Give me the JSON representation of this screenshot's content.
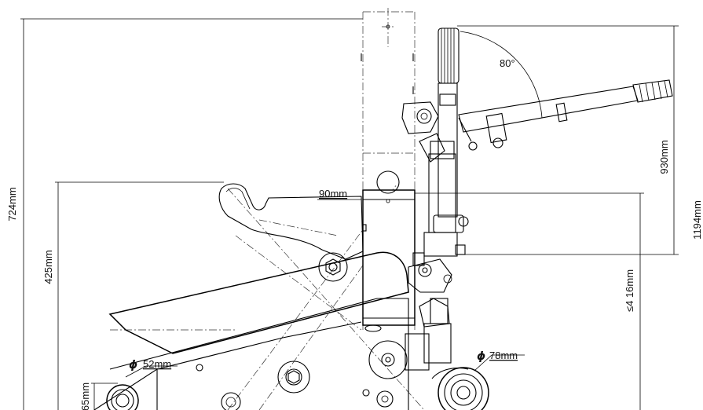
{
  "dimensions": {
    "height_total": "724mm",
    "height_lift": "425mm",
    "handle_angle": "80°",
    "width_90": "90mm",
    "height_930": "930mm",
    "height_1194": "1194mm",
    "height_416": "≤4 16mm",
    "height_65": "65mm",
    "dia_52_symbol": "ϕ",
    "dia_52": "52mm",
    "dia_78_symbol": "ϕ",
    "dia_78": "78mm"
  }
}
